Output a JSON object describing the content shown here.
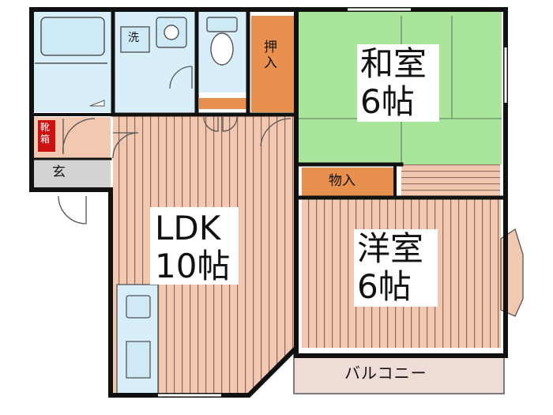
{
  "rooms": {
    "washitsu": {
      "name": "和室",
      "size": "6帖"
    },
    "youshitsu": {
      "name": "洋室",
      "size": "6帖"
    },
    "ldk": {
      "name": "LDK",
      "size": "10帖"
    },
    "oshiire": {
      "label": "押入"
    },
    "mono_ire": {
      "label": "物入"
    },
    "genkan": {
      "label": "玄"
    },
    "kutsubako": {
      "label": "靴箱"
    },
    "sentaku": {
      "label": "洗"
    },
    "balcony": {
      "label": "バルコニー"
    }
  },
  "colors": {
    "wall": "#111111",
    "tatami": "#a9e59a",
    "wood_floor": "#f2c9b0",
    "wood_stripe": "#8a6a5c",
    "wet_area": "#d8eef8",
    "closet": "#e8904e",
    "entry": "#d3d3d3",
    "balcony": "#eeddd6",
    "shoe_box": "#cc1111"
  }
}
